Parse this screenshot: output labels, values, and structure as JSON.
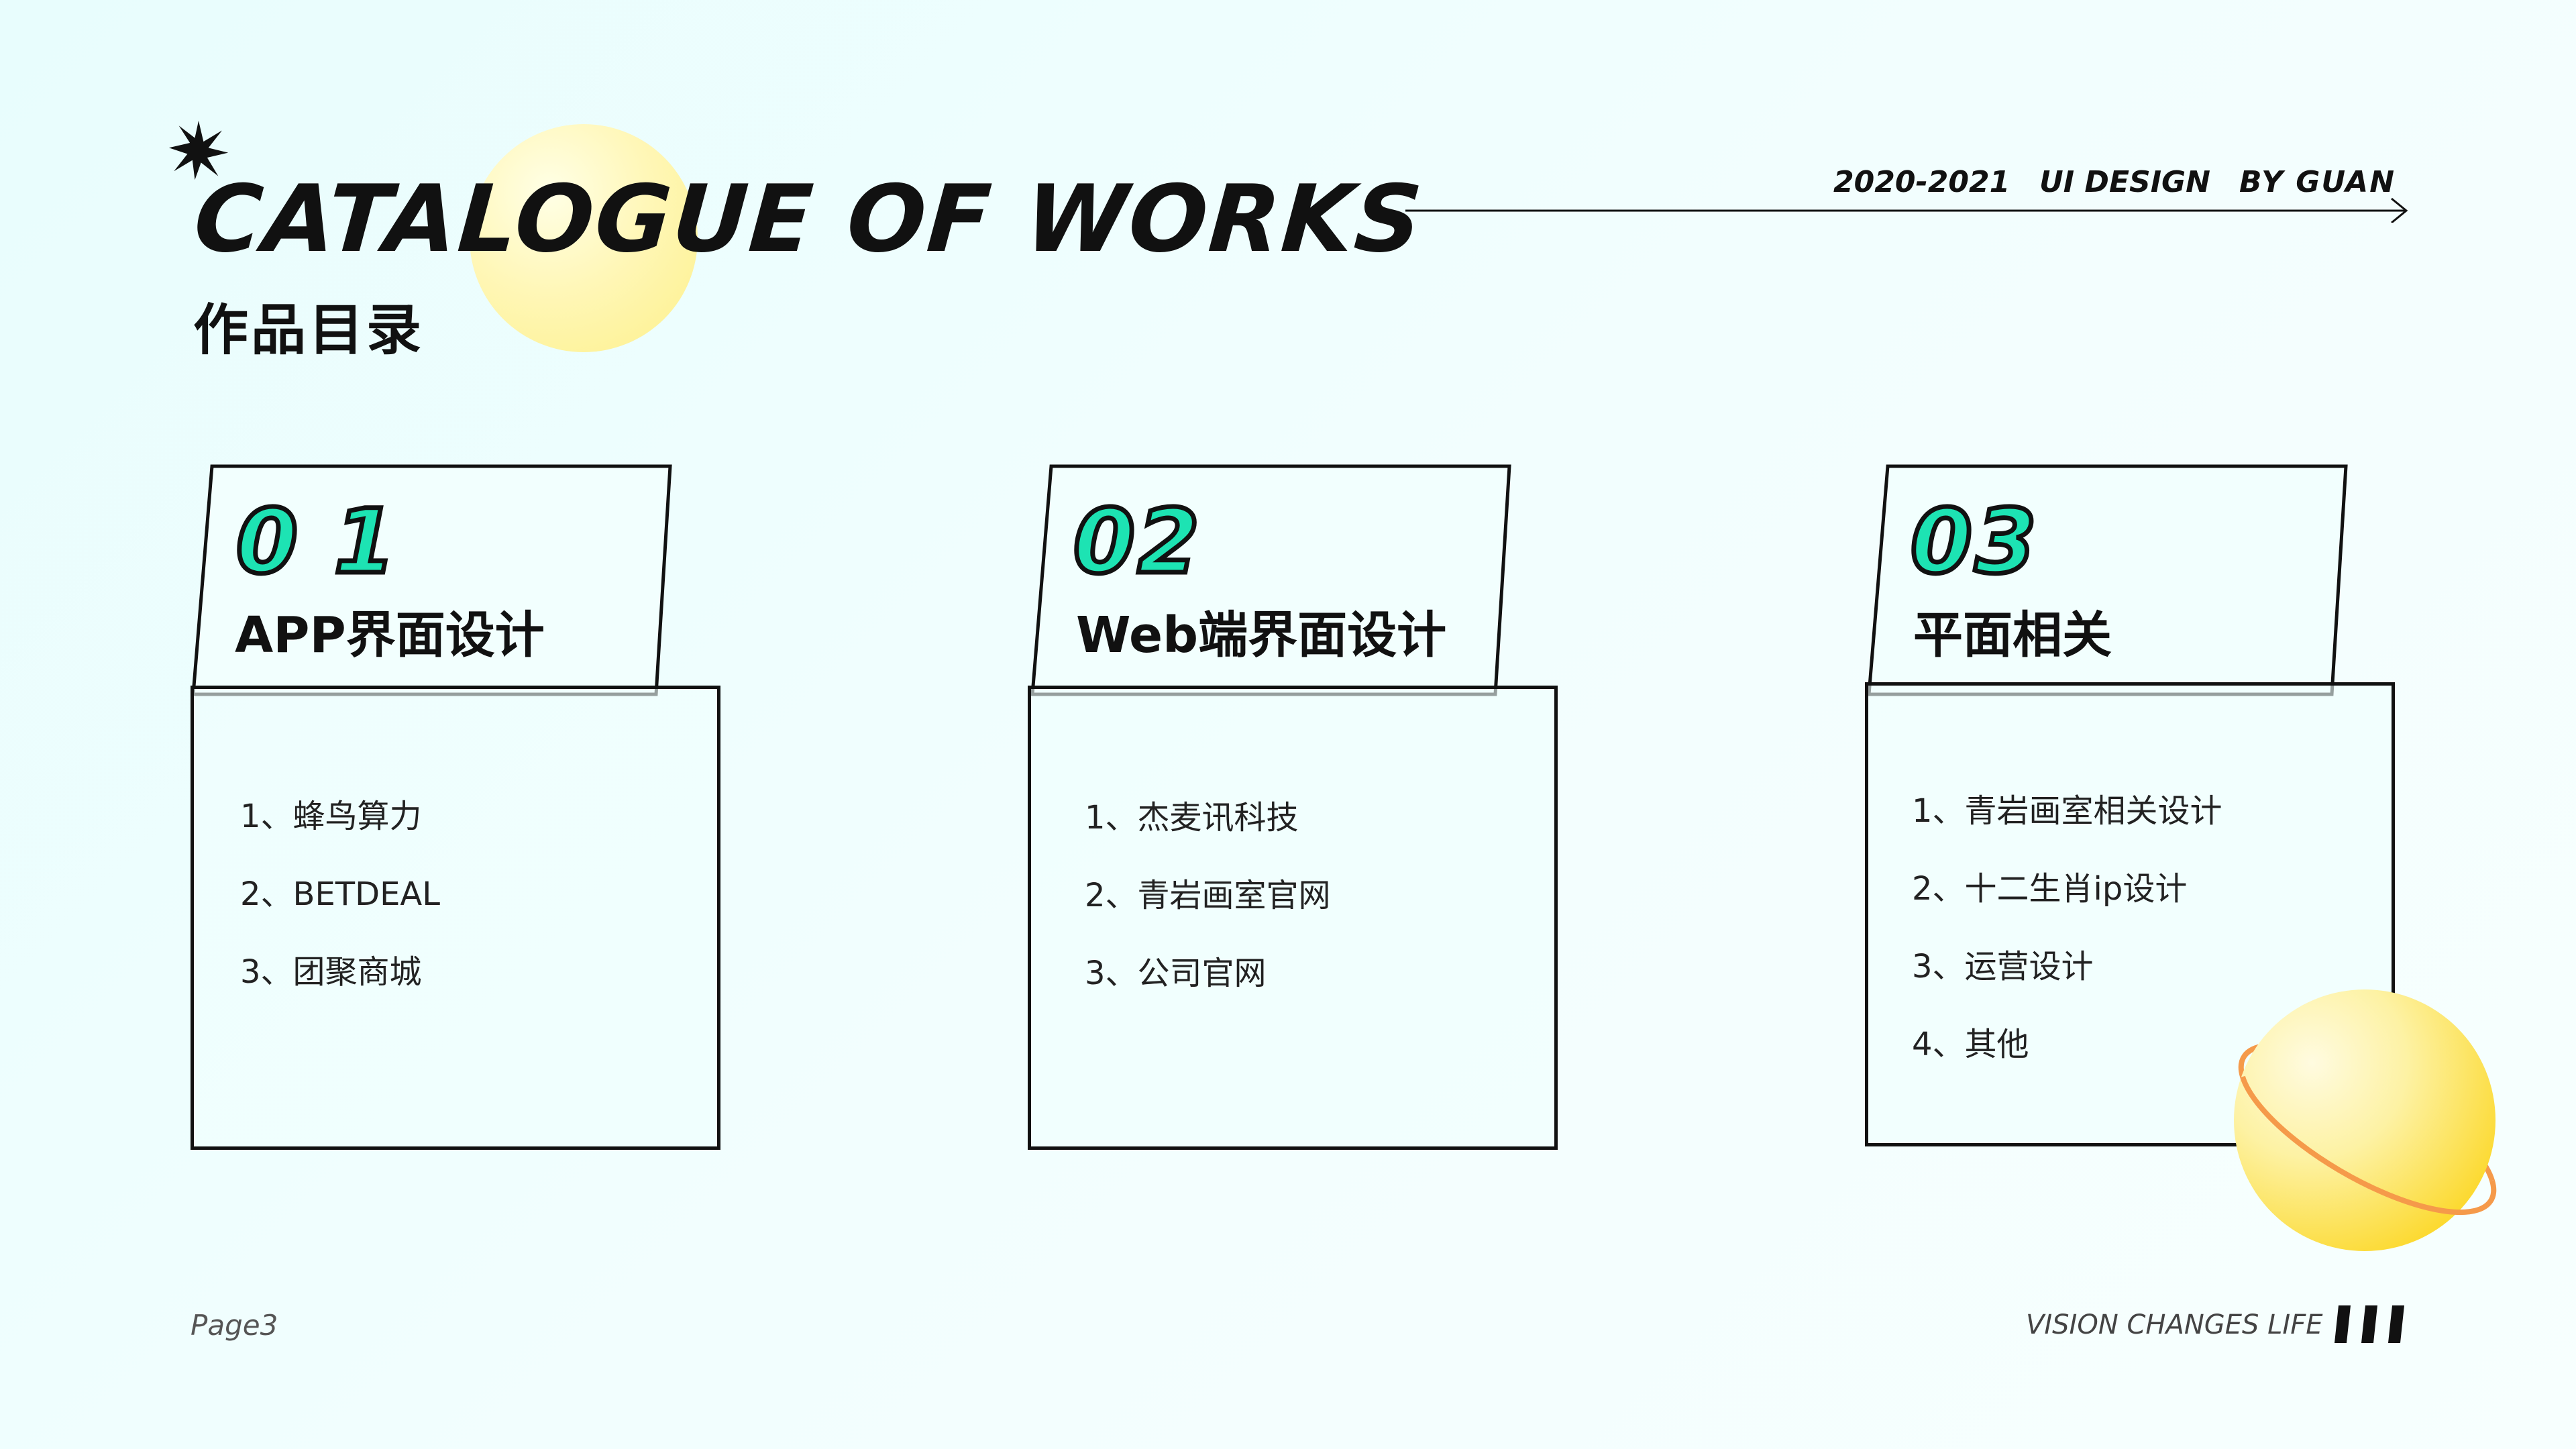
{
  "header": {
    "title": "CATALOGUE OF WORKS",
    "subtitle": "作品目录",
    "meta_years": "2020-2021",
    "meta_design": "UI DESIGN",
    "meta_author": "BY  GUAN"
  },
  "cards": [
    {
      "number": "0 1",
      "title": "APP界面设计",
      "items": [
        "1、蜂鸟算力",
        "2、BETDEAL",
        "3、团聚商城"
      ]
    },
    {
      "number": "02",
      "title": "Web端界面设计",
      "items": [
        "1、杰麦讯科技",
        "2、青岩画室官网",
        "3、公司官网"
      ]
    },
    {
      "number": "03",
      "title": "平面相关",
      "items": [
        "1、青岩画室相关设计",
        "2、十二生肖ip设计",
        "3、运营设计",
        "4、其他"
      ]
    }
  ],
  "footer": {
    "page": "Page3",
    "slogan": "VISION CHANGES LIFE"
  },
  "colors": {
    "accent": "#1de3b3",
    "ring": "#f59a4a",
    "planet": "#fde24a",
    "ink": "#111111"
  }
}
